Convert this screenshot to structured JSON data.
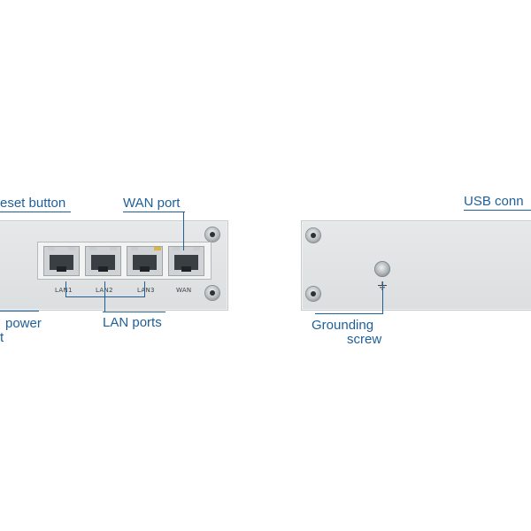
{
  "callouts": {
    "reset_button": "eset button",
    "wan_port": "WAN port",
    "lan_ports": "LAN ports",
    "power_line1": "power",
    "power_line2": "t",
    "usb": "USB  conn",
    "grounding_line1": "Grounding",
    "grounding_line2": "screw"
  },
  "port_labels": [
    "LAN1",
    "LAN2",
    "LAN3",
    "WAN"
  ],
  "colors": {
    "callout": "#1f5f99",
    "panel": "#e0e3e4",
    "led_active": "#d9b640"
  }
}
